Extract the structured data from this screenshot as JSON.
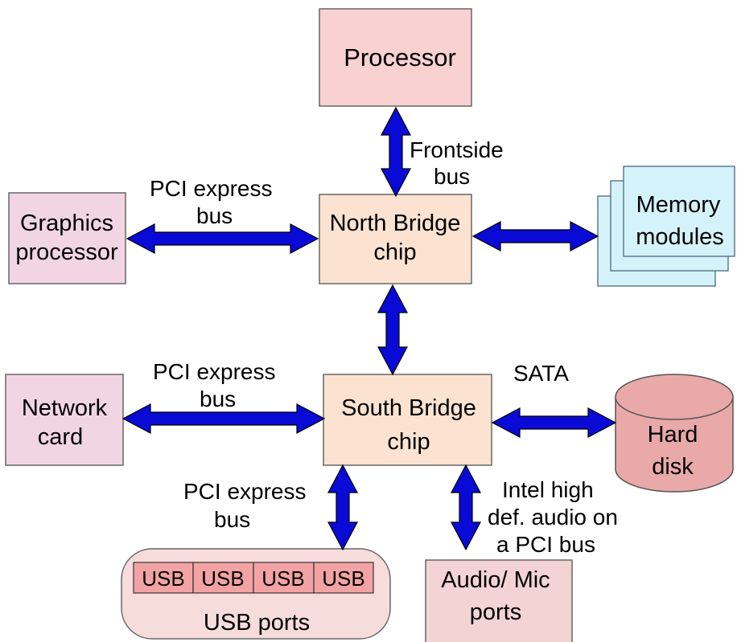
{
  "colors": {
    "arrow": "#0a0ad6",
    "processor_fill": "#f9d1d1",
    "north_bridge_fill": "#fce3d1",
    "south_bridge_fill": "#fce3d1",
    "graphics_fill": "#f2d5e3",
    "network_fill": "#f2d5e3",
    "memory_fill": "#d4f2fa",
    "disk_fill": "#e9a9a9",
    "usb_fill": "#f3a3a3",
    "usb_container_fill": "#f7dcdc",
    "audio_fill": "#f3d3d3"
  },
  "nodes": {
    "processor": "Processor",
    "north_bridge": [
      "North Bridge",
      "chip"
    ],
    "south_bridge": [
      "South Bridge",
      "chip"
    ],
    "graphics": [
      "Graphics",
      "processor"
    ],
    "network": [
      "Network",
      "card"
    ],
    "memory": [
      "Memory",
      "modules"
    ],
    "hard_disk": [
      "Hard",
      "disk"
    ],
    "audio": [
      "Audio/ Mic",
      "ports"
    ],
    "usb_ports": "USB ports",
    "usb_cells": [
      "USB",
      "USB",
      "USB",
      "USB"
    ]
  },
  "edges": {
    "frontside_bus": [
      "Frontside",
      "bus"
    ],
    "pci_graphics": [
      "PCI express",
      "bus"
    ],
    "pci_network": [
      "PCI express",
      "bus"
    ],
    "pci_usb": [
      "PCI express",
      "bus"
    ],
    "sata": "SATA",
    "audio_bus": [
      "Intel high",
      "def. audio on",
      "a PCI bus"
    ]
  }
}
